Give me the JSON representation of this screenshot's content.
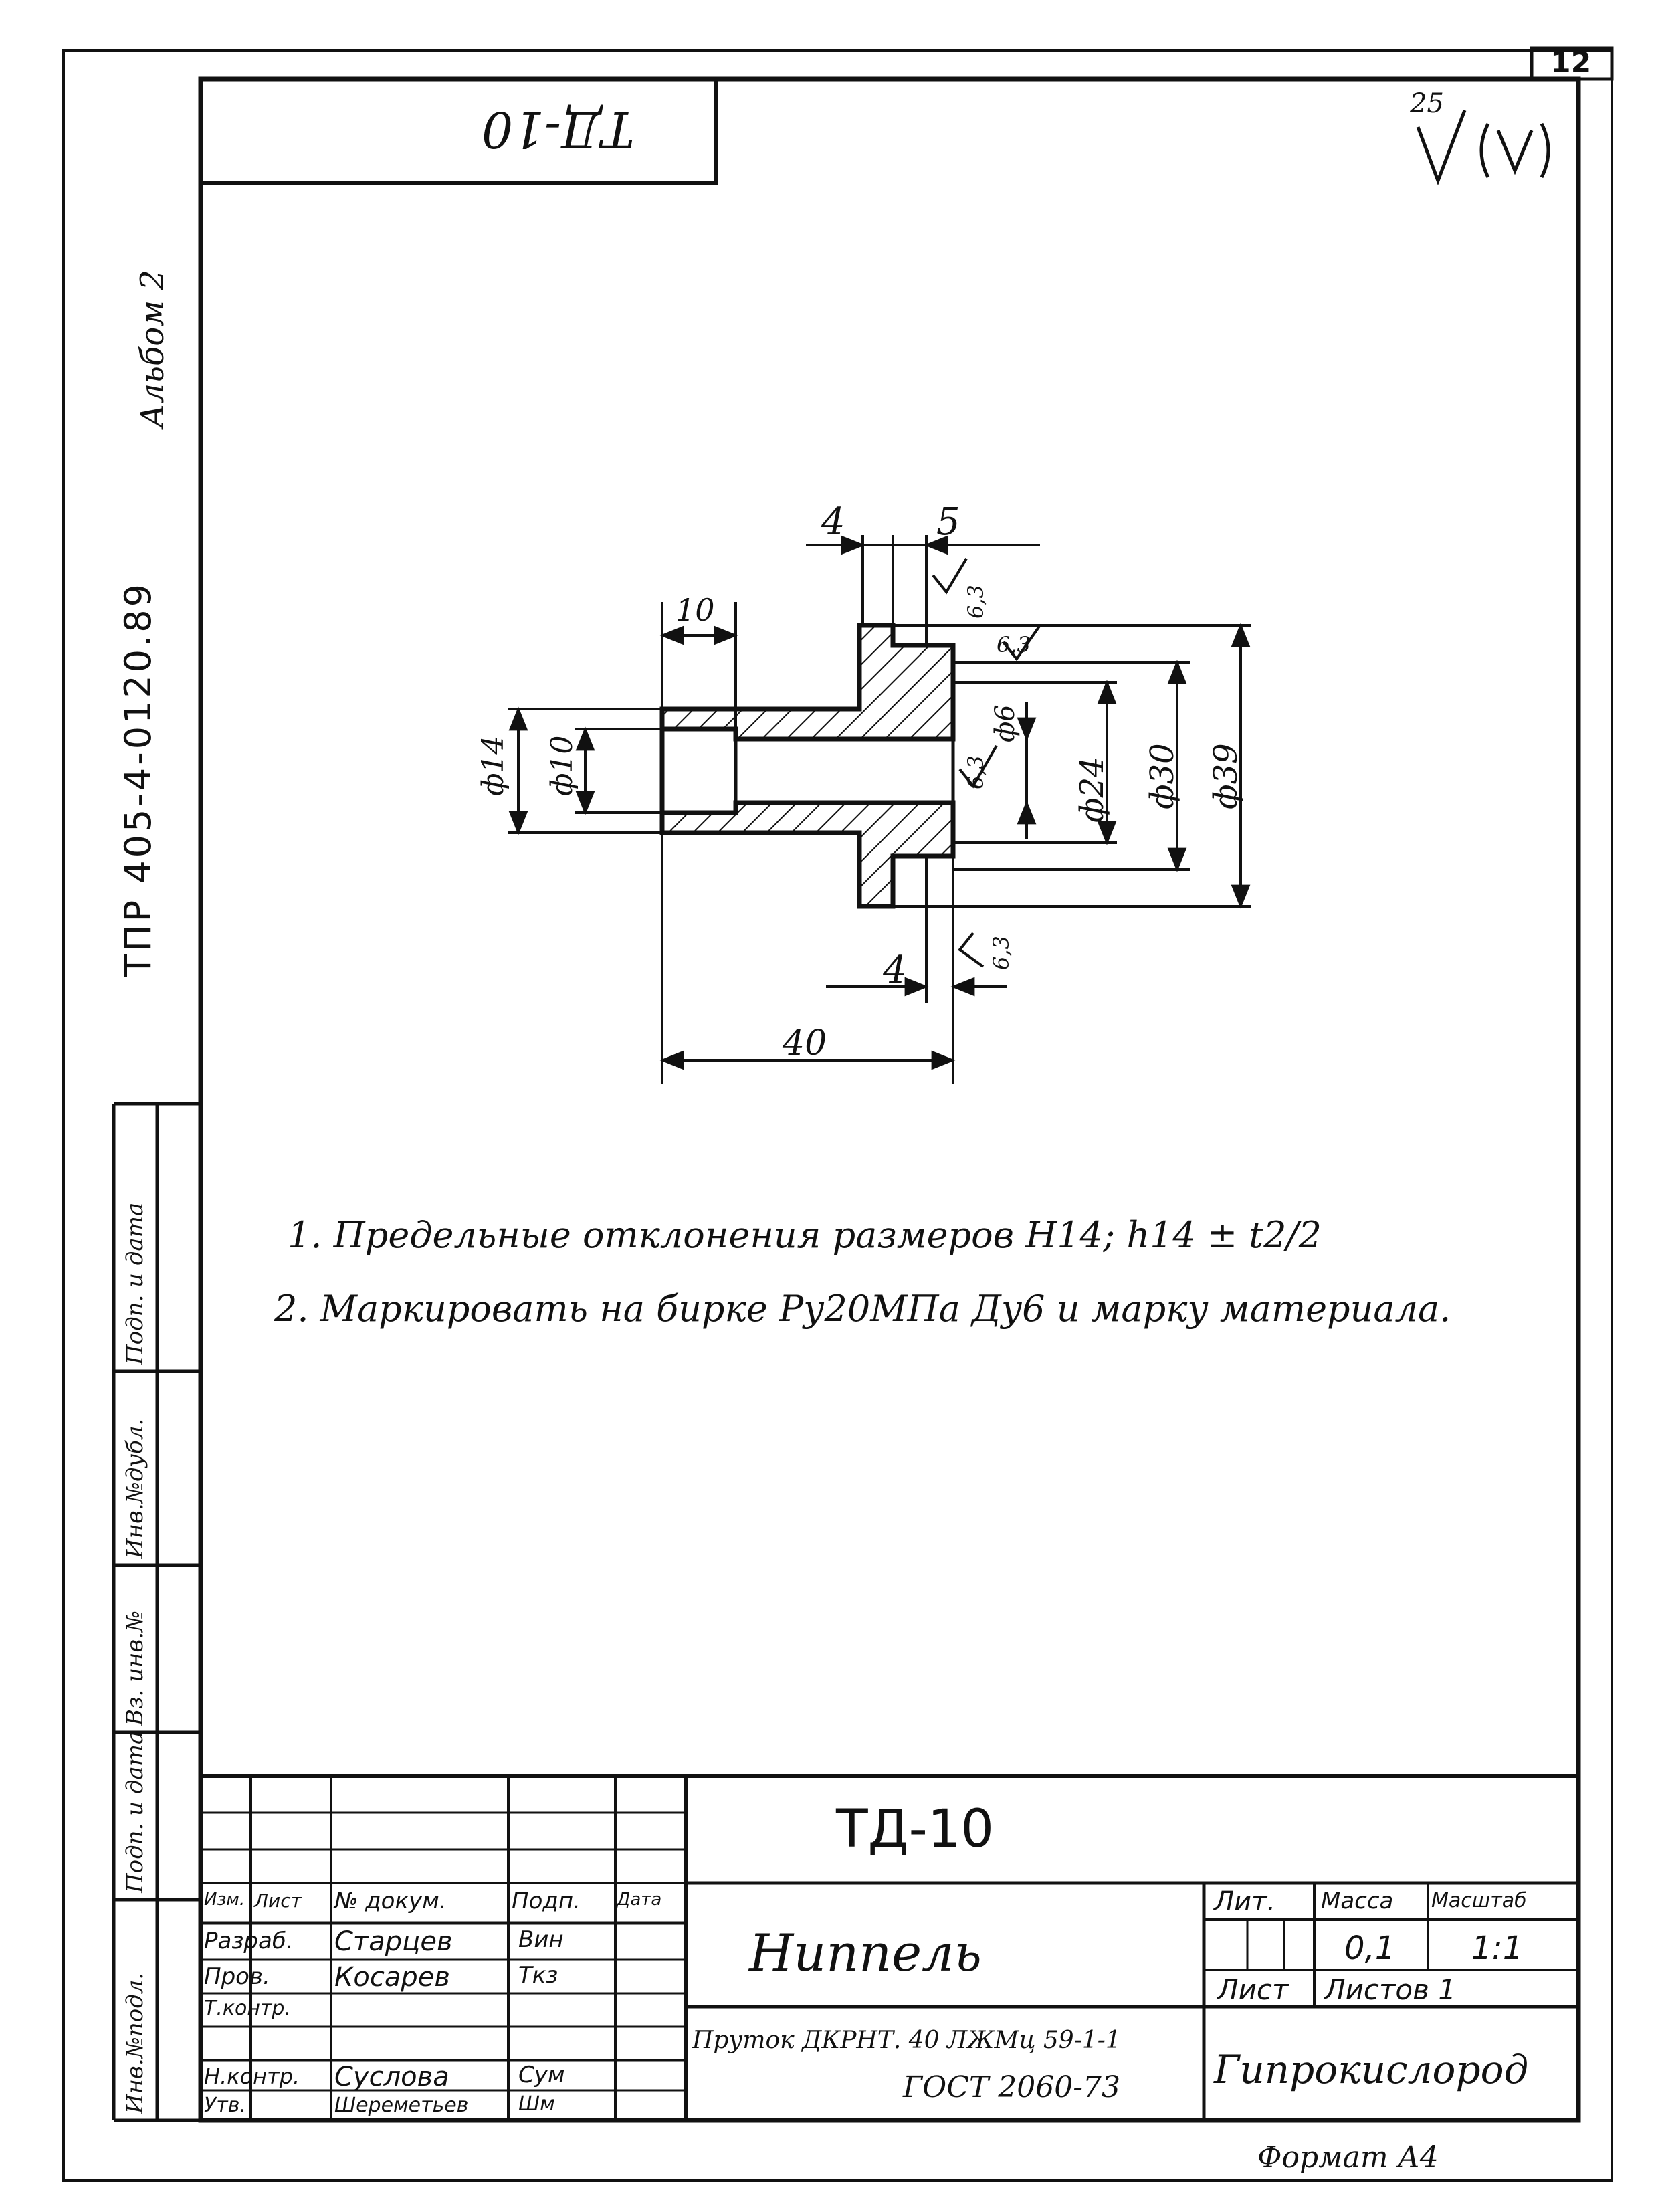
{
  "page_number": "12",
  "album_label": "Альбом 2",
  "project_code": "ТПР 405-4-0120.89",
  "top_mark": "ТД-10",
  "roughness": {
    "value": "25"
  },
  "dimensions": {
    "d4_top": "4",
    "d5_top": "5",
    "d10": "10",
    "d4_bottom": "4",
    "d40": "40",
    "dia14": "ф14",
    "dia10": "ф10",
    "dia6": "ф6",
    "dia24": "ф24",
    "dia30": "ф30",
    "dia39": "ф39",
    "r63_a": "6,3",
    "r63_b": "6,3",
    "r63_c": "6,3",
    "r63_d": "6,3"
  },
  "notes": [
    "1. Предельные отклонения размеров H14; h14 ± t2/2",
    "2. Маркировать на бирке Ру20МПа Ду6 и марку материала."
  ],
  "side_stamp": [
    "Инв.№подл.",
    "Подп. и дата",
    "Вз. инв.№",
    "Инв.№дубл.",
    "Подп. и дата"
  ],
  "title_block": {
    "designation": "ТД-10",
    "part_name": "Ниппель",
    "material_line1": "Пруток ДКРНТ. 40 ЛЖМц 59-1-1",
    "material_line2": "ГОСТ 2060-73",
    "organization": "Гипрокислород",
    "format": "Формат А4",
    "headers": {
      "lit": "Лит.",
      "mass": "Масса",
      "scale": "Масштаб",
      "izm": "Изм.",
      "list": "Лист",
      "doc": "№ докум.",
      "sign": "Подп.",
      "date": "Дата"
    },
    "mass_value": "0,1",
    "scale_value": "1:1",
    "sheet_label": "Лист",
    "sheets_label": "Листов 1",
    "rows": [
      {
        "role": "Разраб.",
        "name": "Старцев",
        "sig": "Вин"
      },
      {
        "role": "Пров.",
        "name": "Косарев",
        "sig": "Ткз"
      },
      {
        "role": "Т.контр.",
        "name": "",
        "sig": ""
      },
      {
        "role": "Н.контр.",
        "name": "Суслова",
        "sig": "Сум"
      },
      {
        "role": "Утв.",
        "name": "Шереметьев",
        "sig": "Шм"
      }
    ]
  }
}
